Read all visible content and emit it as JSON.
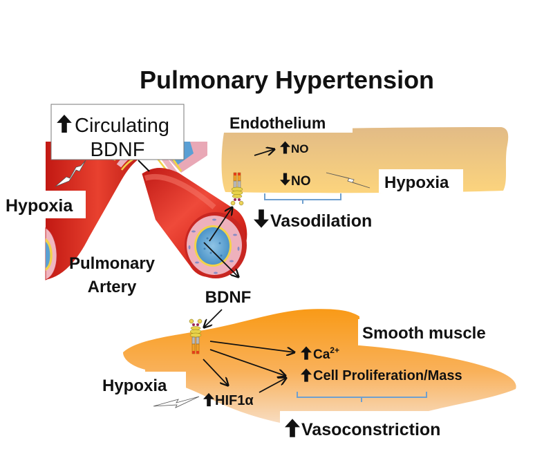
{
  "title": "Pulmonary Hypertension",
  "colors": {
    "endothelium_top": "#e2bb86",
    "endothelium_bottom": "#fbd27c",
    "smooth_muscle_top": "#f99b1c",
    "smooth_muscle_bottom": "#f7d2ad",
    "artery_red": "#d7241d",
    "lumen_blue": "#6aaed8",
    "bracket_blue": "#6e9fcf",
    "text": "#111111"
  },
  "labels": {
    "circulating_line1": "Circulating",
    "circulating_line2": "BDNF",
    "hypoxia_left": "Hypoxia",
    "pulmonary_artery_line1": "Pulmonary",
    "pulmonary_artery_line2": "Artery",
    "endothelium": "Endothelium",
    "no_up": "NO",
    "no_down": "NO",
    "hypoxia_endothelium": "Hypoxia",
    "vasodilation": "Vasodilation",
    "bdnf": "BDNF",
    "smooth_muscle": "Smooth muscle",
    "ca": "Ca",
    "ca_superscript": "2+",
    "cell_proliferation": "Cell Proliferation/Mass",
    "hypoxia_smooth_muscle": "Hypoxia",
    "hif": "HIF1α",
    "vasoconstriction": "Vasoconstriction"
  },
  "indicators": {
    "circulating_bdnf": "up",
    "no_top": "up",
    "no_bottom": "down",
    "vasodilation": "down",
    "ca": "up",
    "cell_proliferation": "up",
    "hif": "up",
    "vasoconstriction": "up"
  }
}
